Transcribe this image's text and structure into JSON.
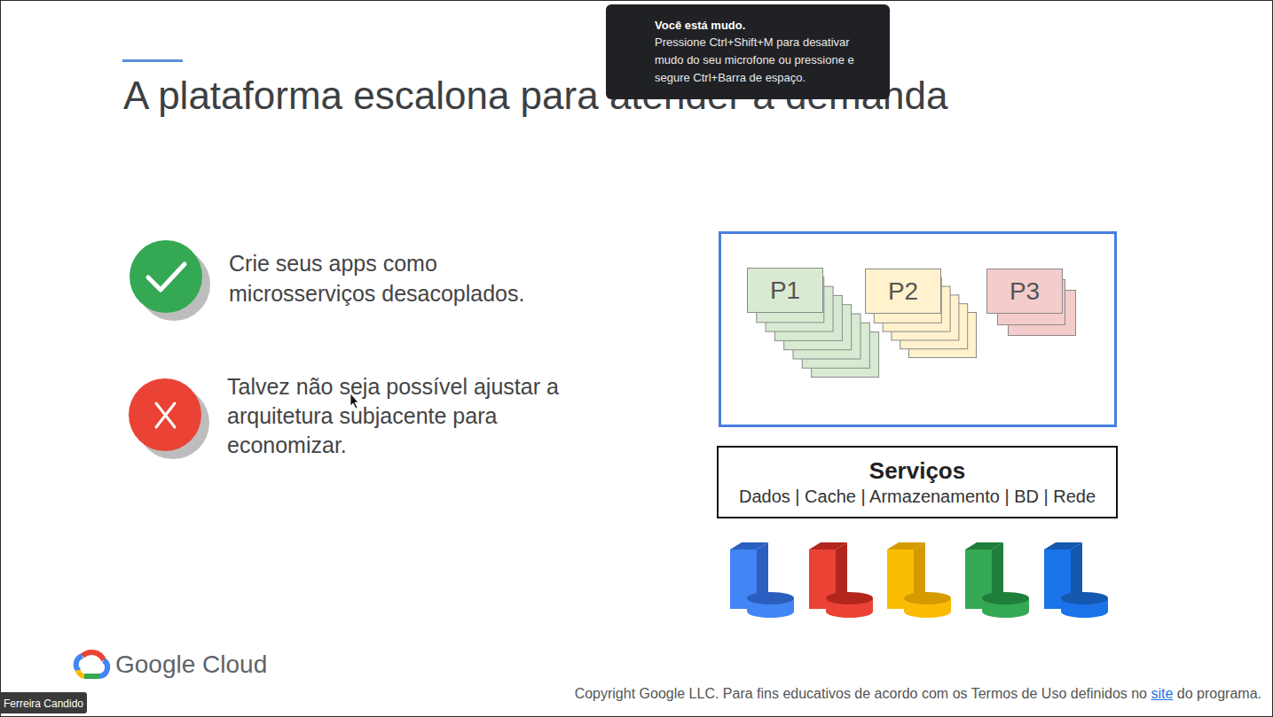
{
  "diagram": {
    "title": "A plataforma escalona para atender à demanda",
    "nodes": [
      {
        "text": [
          "Você está mudo.",
          "Pressione Ctrl+Shift+M para desativar mudo do seu microfone ou pressione e segure Ctrl+Barra de espaço."
        ]
      },
      {
        "text": [
          "P1"
        ]
      },
      {
        "text": [
          "P2"
        ]
      },
      {
        "text": [
          "P3"
        ]
      },
      {
        "text": [
          "Serviços",
          "Dados | Cache | Armazenamento | BD | Rede"
        ]
      }
    ],
    "labels": [
      "Crie seus apps como microsserviços desacoplados.",
      "Talvez não seja possível ajustar a arquitetura subjacente para economizar.",
      "Google Cloud",
      "Copyright Google LLC. Para fins educativos de acordo com os Termos de Uso definidos no",
      "site",
      "do programa.",
      "Ferreira Candido"
    ]
  }
}
